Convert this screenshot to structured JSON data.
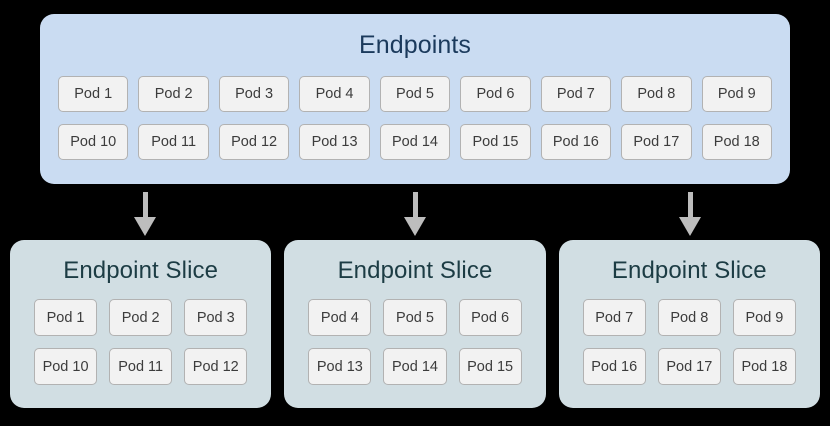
{
  "diagram": {
    "type": "kubernetes-endpoints-to-endpointslices",
    "background_color": "#000000",
    "arrow_color": "#bdbdbd",
    "arrows": [
      {
        "name": "arrow-to-slice-1"
      },
      {
        "name": "arrow-to-slice-2"
      },
      {
        "name": "arrow-to-slice-3"
      }
    ]
  },
  "endpoints": {
    "title": "Endpoints",
    "panel_color": "#cadcf2",
    "title_color": "#1b3a5c",
    "pods": [
      "Pod 1",
      "Pod 2",
      "Pod 3",
      "Pod 4",
      "Pod 5",
      "Pod 6",
      "Pod 7",
      "Pod 8",
      "Pod 9",
      "Pod 10",
      "Pod 11",
      "Pod 12",
      "Pod 13",
      "Pod 14",
      "Pod 15",
      "Pod 16",
      "Pod 17",
      "Pod 18"
    ]
  },
  "slices": [
    {
      "title": "Endpoint Slice",
      "panel_color": "#d1dee3",
      "title_color": "#1c3c44",
      "pods": [
        "Pod 1",
        "Pod 2",
        "Pod 3",
        "Pod 10",
        "Pod 11",
        "Pod 12"
      ]
    },
    {
      "title": "Endpoint Slice",
      "panel_color": "#d1dee3",
      "title_color": "#1c3c44",
      "pods": [
        "Pod 4",
        "Pod 5",
        "Pod 6",
        "Pod 13",
        "Pod 14",
        "Pod 15"
      ]
    },
    {
      "title": "Endpoint Slice",
      "panel_color": "#d1dee3",
      "title_color": "#1c3c44",
      "pods": [
        "Pod 7",
        "Pod 8",
        "Pod 9",
        "Pod 16",
        "Pod 17",
        "Pod 18"
      ]
    }
  ],
  "pod_chip": {
    "fill": "#f2f2f2",
    "border": "#b2b2b2",
    "text_color": "#3c3c3c"
  }
}
